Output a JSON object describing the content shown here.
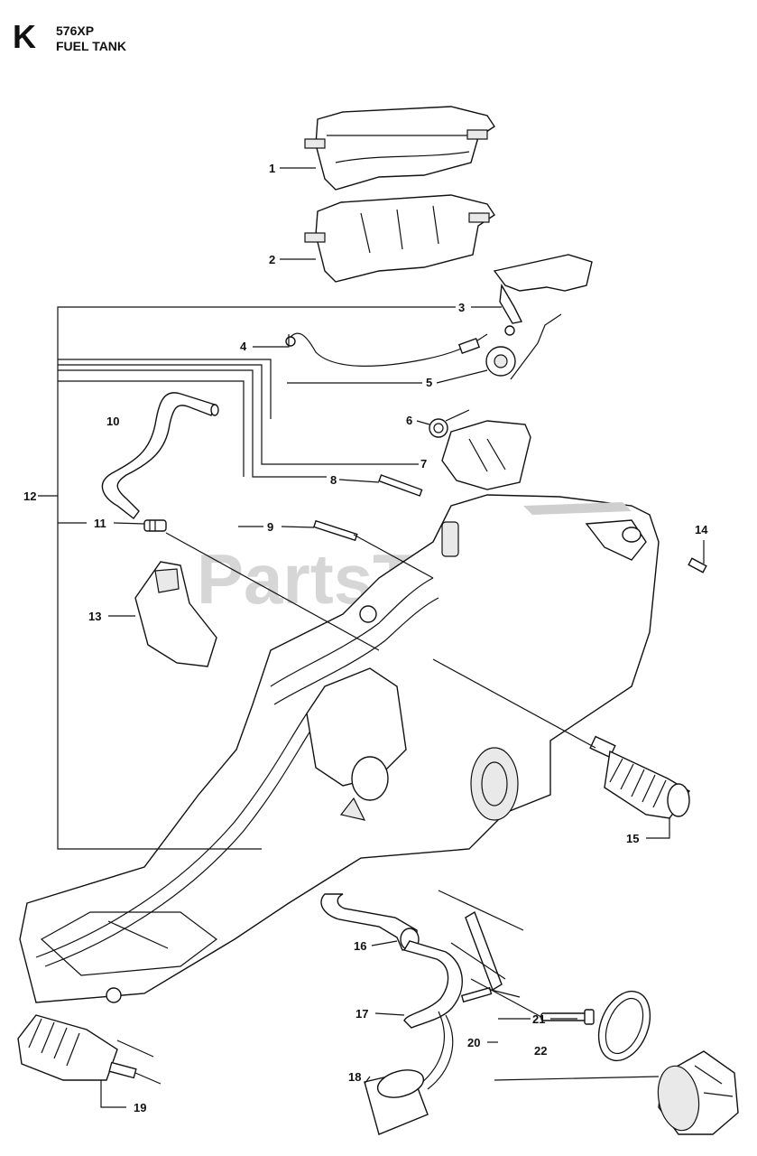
{
  "header": {
    "section_letter": "K",
    "model": "576XP",
    "title": "FUEL TANK"
  },
  "watermark": {
    "text": "PartsTree",
    "trademark": "TM"
  },
  "callouts": [
    "1",
    "2",
    "3",
    "4",
    "5",
    "6",
    "7",
    "8",
    "9",
    "10",
    "11",
    "12",
    "13",
    "14",
    "15",
    "16",
    "17",
    "18",
    "19",
    "20",
    "21",
    "22"
  ]
}
